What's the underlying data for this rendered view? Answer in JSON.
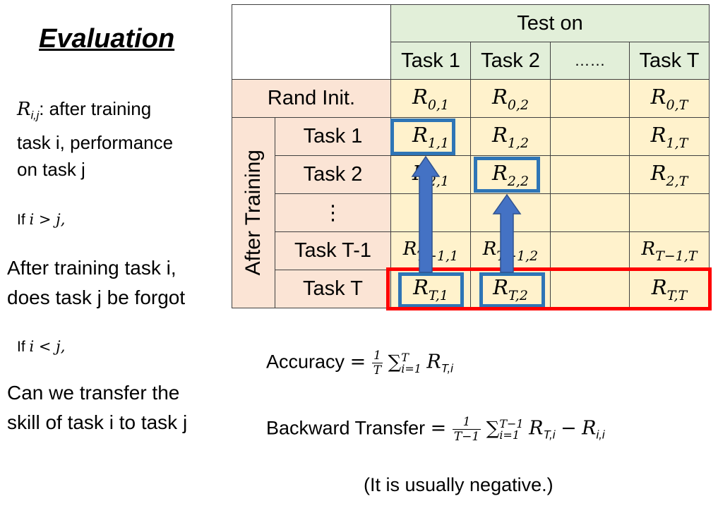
{
  "title": "Evaluation",
  "left": {
    "def_symbol": "R",
    "def_sub": "i,j",
    "def_text_1": ": after training",
    "def_text_2": "task i, performance",
    "def_text_3": "on task j",
    "cond1_prefix": "If",
    "cond1_math": "i > j,",
    "cond1_text_1": "After training task i,",
    "cond1_text_2": "does task j be forgot",
    "cond2_prefix": "If",
    "cond2_math": "i < j,",
    "cond2_text_1": "Can we transfer the",
    "cond2_text_2": "skill of task i to task j"
  },
  "table": {
    "test_on": "Test on",
    "after_training": "After Training",
    "columns": [
      "Task 1",
      "Task 2",
      "……",
      "Task T"
    ],
    "rows": [
      {
        "label": "Rand Init.",
        "cells": [
          {
            "b": "R",
            "s": "0,1"
          },
          {
            "b": "R",
            "s": "0,2"
          },
          {
            "b": "",
            "s": ""
          },
          {
            "b": "R",
            "s": "0,T"
          }
        ]
      },
      {
        "label": "Task 1",
        "cells": [
          {
            "b": "R",
            "s": "1,1"
          },
          {
            "b": "R",
            "s": "1,2"
          },
          {
            "b": "",
            "s": ""
          },
          {
            "b": "R",
            "s": "1,T"
          }
        ]
      },
      {
        "label": "Task 2",
        "cells": [
          {
            "b": "R",
            "s": "2,1"
          },
          {
            "b": "R",
            "s": "2,2"
          },
          {
            "b": "",
            "s": ""
          },
          {
            "b": "R",
            "s": "2,T"
          }
        ]
      },
      {
        "label": "⋮",
        "cells": [
          {
            "b": "",
            "s": ""
          },
          {
            "b": "",
            "s": ""
          },
          {
            "b": "",
            "s": ""
          },
          {
            "b": "",
            "s": ""
          }
        ]
      },
      {
        "label": "Task T-1",
        "cells": [
          {
            "b": "R",
            "s": "T−1,1"
          },
          {
            "b": "R",
            "s": "T−1,2"
          },
          {
            "b": "",
            "s": ""
          },
          {
            "b": "R",
            "s": "T−1,T"
          }
        ]
      },
      {
        "label": "Task T",
        "cells": [
          {
            "b": "R",
            "s": "T,1"
          },
          {
            "b": "R",
            "s": "T,2"
          },
          {
            "b": "",
            "s": ""
          },
          {
            "b": "R",
            "s": "T,T"
          }
        ]
      }
    ]
  },
  "formulas": {
    "accuracy_label": "Accuracy",
    "accuracy_frac_num": "1",
    "accuracy_frac_den": "T",
    "accuracy_sum_sup": "T",
    "accuracy_sum_sub": "i=1",
    "accuracy_term": "R",
    "accuracy_term_sub": "T,i",
    "bwt_label": "Backward Transfer",
    "bwt_frac_num": "1",
    "bwt_frac_den": "T−1",
    "bwt_sum_sup": "T−1",
    "bwt_sum_sub": "i=1",
    "bwt_term1": "R",
    "bwt_term1_sub": "T,i",
    "bwt_minus": "−",
    "bwt_term2": "R",
    "bwt_term2_sub": "i,i",
    "note": "(It is usually negative.)"
  },
  "colors": {
    "header_green": "#e2efd9",
    "row_header_pink": "#fbe4d5",
    "cell_yellow": "#fff2cc",
    "highlight_blue": "#2e75b6",
    "arrow_blue": "#4472c4",
    "highlight_red": "#ff0000"
  }
}
